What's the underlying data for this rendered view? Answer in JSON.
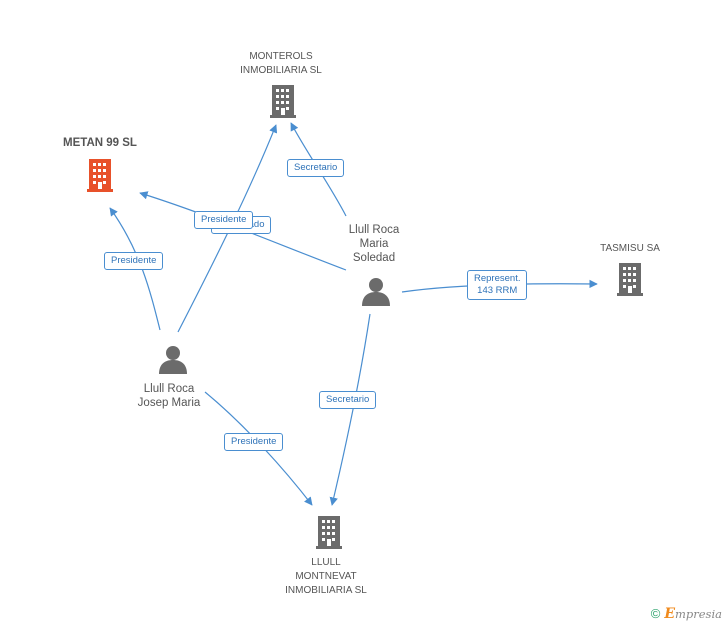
{
  "nodes": {
    "monterols": {
      "label": "MONTEROLS\nINMOBILIARIA SL",
      "kind": "company"
    },
    "metan": {
      "label": "METAN 99 SL",
      "kind": "company-highlight",
      "color": "#e8512a"
    },
    "tasmisu": {
      "label": "TASMISU SA",
      "kind": "company"
    },
    "llull_montnevat": {
      "label": "LLULL\nMONTNEVAT\nINMOBILIARIA SL",
      "kind": "company"
    },
    "llull_maria": {
      "label": "Llull Roca\nMaria\nSoledad",
      "kind": "person"
    },
    "llull_josep": {
      "label": "Llull Roca\nJosep Maria",
      "kind": "person"
    }
  },
  "edges": {
    "secretario_monterols": {
      "label": "Secretario"
    },
    "presidente_monterols": {
      "label": "Presidente"
    },
    "apoderado_metan_hidden": {
      "label": "Apoderado"
    },
    "presidente_metan": {
      "label": "Presidente"
    },
    "represent_tasmisu": {
      "label": "Represent.\n143 RRM"
    },
    "secretario_llull": {
      "label": "Secretario"
    },
    "presidente_llull": {
      "label": "Presidente"
    }
  },
  "colors": {
    "edge": "#4a8ed0",
    "icon": "#6b6b6b",
    "highlight": "#e8512a"
  },
  "footer": {
    "copyright": "©",
    "brand_initial": "E",
    "brand_rest": "mpresia"
  }
}
